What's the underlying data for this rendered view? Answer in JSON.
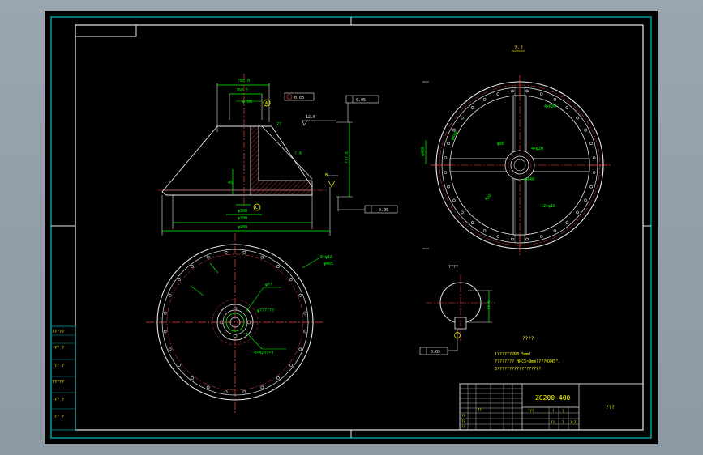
{
  "drawing": {
    "drawing_number": "ZG200-400",
    "title_cell": "???",
    "view_label": "?-?",
    "section_label": "????",
    "detail_label": "????",
    "notes_heading": "????",
    "notes": [
      "1???????R3.5mm!",
      "???????? HRC5~9mm????0X45°.",
      "3??????????????????"
    ]
  },
  "top_view": {
    "dim_top": "?80.0",
    "dim_inner": "?68.5",
    "dim_phi": "φ?80",
    "dim_base_1": "φ360",
    "dim_base_2": "φ300",
    "dim_bottom": "φ480",
    "dim_height": "???.6",
    "dim_side_1": "??",
    "dim_side_2": "?.6",
    "slope_mark": "12.5",
    "gdt_frame_1": "0.03",
    "gdt_frame_2": "0.05",
    "gdt_frame_3": "0.05",
    "datum_A": "A",
    "datum_B": "B",
    "datum_C": "C",
    "angle_mark": "45"
  },
  "bottom_view": {
    "label_1": "8×φ18",
    "label_2": "φ??",
    "label_3": "φ??????",
    "label_4": "4×M20?×3",
    "label_5": "φ465"
  },
  "right_view": {
    "label_1": "φ480",
    "label_2": "φ80",
    "label_3": "4×φ20",
    "label_4": "R20",
    "label_5": "φ440",
    "label_6": "12×φ18",
    "label_7": "4×R30",
    "label_side": "φ480"
  },
  "section_view": {
    "height_dim": "?4.6",
    "gdt": "0.05"
  },
  "left_table": {
    "rows": [
      "?????",
      "?? ?",
      "?? ?",
      "?????",
      "?? ?",
      "?? ?"
    ]
  },
  "title_block": {
    "row_labels": [
      "??",
      "??",
      "??",
      "??"
    ],
    "small_cells": [
      "???",
      "?",
      "?",
      "??",
      "?",
      "1:2"
    ]
  }
}
